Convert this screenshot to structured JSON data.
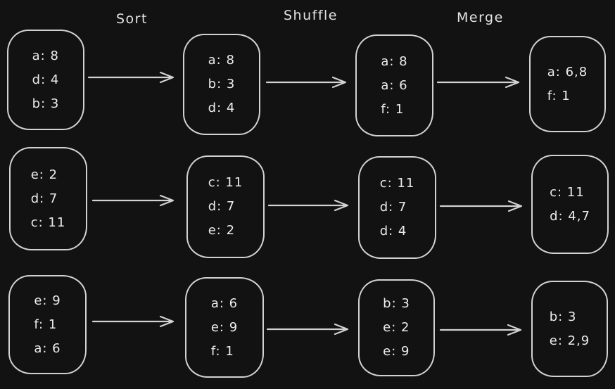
{
  "theme": {
    "background": "#121212",
    "stroke": "#d2d2d2",
    "text": "#ececec"
  },
  "stage_labels": [
    {
      "label": "Sort"
    },
    {
      "label": "Shuffle"
    },
    {
      "label": "Merge"
    }
  ],
  "rows": [
    {
      "boxes": [
        {
          "lines": [
            "a: 8",
            "d: 4",
            "b: 3"
          ]
        },
        {
          "lines": [
            "a: 8",
            "b: 3",
            "d: 4"
          ]
        },
        {
          "lines": [
            "a: 8",
            "a: 6",
            "f: 1"
          ]
        },
        {
          "lines": [
            "a: 6,8",
            "f: 1"
          ]
        }
      ]
    },
    {
      "boxes": [
        {
          "lines": [
            "e: 2",
            "d: 7",
            "c: 11"
          ]
        },
        {
          "lines": [
            "c: 11",
            "d: 7",
            "e: 2"
          ]
        },
        {
          "lines": [
            "c: 11",
            "d: 7",
            "d: 4"
          ]
        },
        {
          "lines": [
            "c: 11",
            "d: 4,7"
          ]
        }
      ]
    },
    {
      "boxes": [
        {
          "lines": [
            "e: 9",
            "f: 1",
            "a: 6"
          ]
        },
        {
          "lines": [
            "a: 6",
            "e: 9",
            "f: 1"
          ]
        },
        {
          "lines": [
            "b: 3",
            "e: 2",
            "e: 9"
          ]
        },
        {
          "lines": [
            "b: 3",
            "e: 2,9"
          ]
        }
      ]
    }
  ]
}
